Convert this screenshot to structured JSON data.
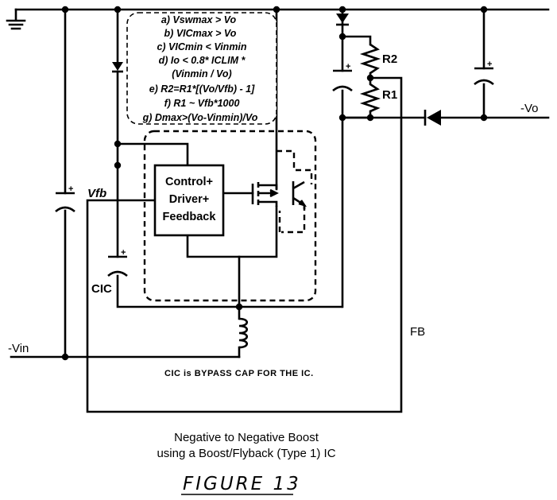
{
  "equations": [
    "a) Vswmax  >  Vo",
    "b) VICmax  >  Vo",
    "c) VICmin  <  Vinmin",
    "d) Io < 0.8* ICLIM *",
    "(Vinmin  /  Vo)",
    "e) R2=R1*[(Vo/Vfb) - 1]",
    "f) R1 ~ Vfb*1000",
    "g) Dmax>(Vo-Vinmin)/Vo"
  ],
  "labels": {
    "r2": "R2",
    "r1": "R1",
    "vo": "-Vo",
    "vfb": "Vfb",
    "cic": "CIC",
    "vin": "-Vin",
    "fb": "FB",
    "plus": "+",
    "control_lines": [
      "Control+",
      "Driver+",
      "Feedback"
    ]
  },
  "note": "CIC is BYPASS CAP FOR THE IC.",
  "caption": {
    "line1": "Negative to Negative Boost",
    "line2": "using a Boost/Flyback (Type 1) IC"
  },
  "figure_label": "FIGURE 13"
}
